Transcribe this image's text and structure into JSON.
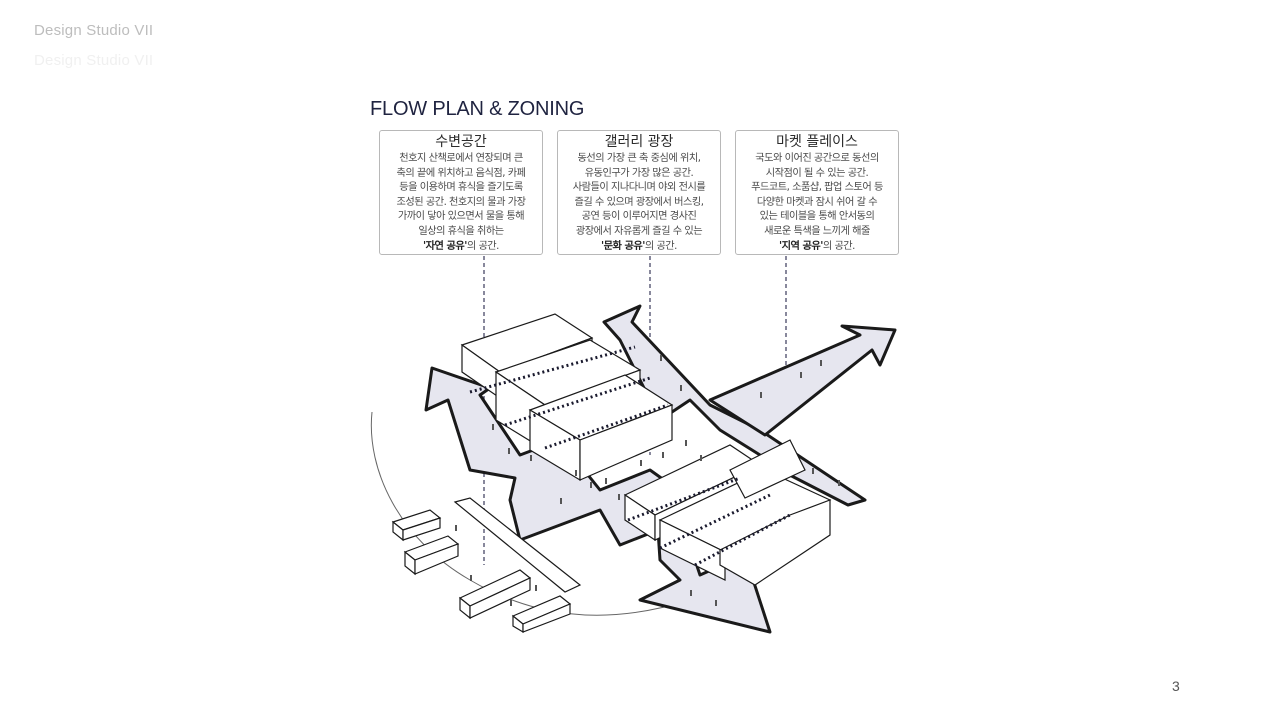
{
  "header": {
    "studio_label": "Design Studio VII",
    "studio_label_ghost": "Design Studio VII"
  },
  "title": "FLOW PLAN & ZONING",
  "zones": [
    {
      "heading": "수변공간",
      "lines": [
        "천호지 산책로에서 연장되며 큰",
        "축의 끝에 위치하고 음식점, 카페",
        "등을 이용하며 휴식을 즐기도록",
        "조성된 공간. 천호지의 물과 가장",
        "가까이 닿아 있으면서 물을 통해",
        "일상의 휴식을 취하는"
      ],
      "emphasis": "'자연 공유'",
      "suffix": "의 공간."
    },
    {
      "heading": "갤러리 광장",
      "lines": [
        "동선의 가장 큰 축 중심에 위치,",
        "유동인구가 가장 많은 공간.",
        "사람들이 지나다니며 야외 전시를",
        "즐길 수 있으며 광장에서 버스킹,",
        "공연 등이  이루어지면 경사진",
        "광장에서 자유롭게 즐길 수 있는"
      ],
      "emphasis": "'문화 공유'",
      "suffix": "의 공간."
    },
    {
      "heading": "마켓 플레이스",
      "lines": [
        "국도와 이어진 공간으로 동선의",
        "시작점이 될 수 있는 공간.",
        "푸드코트, 소품샵, 팝업 스토어 등",
        "다양한 마켓과 잠시 쉬어 갈 수",
        "있는 테이블을 통해 안서동의",
        "새로운 특색을 느끼게 해줄"
      ],
      "emphasis": "'지역 공유'",
      "suffix": "의 공간."
    }
  ],
  "footer": {
    "page_number": "3"
  },
  "colors": {
    "title": "#1f2340",
    "arrow_fill": "#e6e6ef",
    "arrow_stroke": "#1a1a1a",
    "flow_dots": "#1a1a2e",
    "leader_line": "#3a3a5a"
  }
}
